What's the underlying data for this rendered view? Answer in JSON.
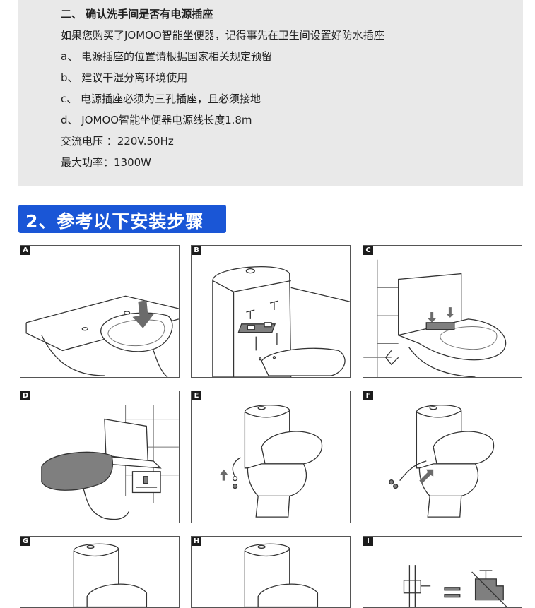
{
  "info": {
    "title": "二、 确认洗手间是否有电源插座",
    "lines": [
      "如果您购买了JOMOO智能坐便器，记得事先在卫生间设置好防水插座",
      "a、  电源插座的位置请根据国家相关规定预留",
      "b、  建议干湿分离环境使用",
      "c、  电源插座必须为三孔插座，且必须接地",
      "d、  JOMOO智能坐便器电源线长度1.8m",
      "交流电压 ：220V.50Hz",
      "最大功率：1300W"
    ]
  },
  "banner": {
    "label": "2、参考以下安装步骤",
    "color": "#1a56d6"
  },
  "steps": [
    {
      "label": "A",
      "illustration": "toilet-top-arrow"
    },
    {
      "label": "B",
      "illustration": "toilet-bolts-mounting"
    },
    {
      "label": "C",
      "illustration": "toilet-plate-install"
    },
    {
      "label": "D",
      "illustration": "seat-slide-on"
    },
    {
      "label": "E",
      "illustration": "water-hose-connect"
    },
    {
      "label": "F",
      "illustration": "hose-tighten"
    },
    {
      "label": "G",
      "illustration": "toilet-seat-view"
    },
    {
      "label": "H",
      "illustration": "toilet-seat-view"
    },
    {
      "label": "I",
      "illustration": "water-valve-open"
    }
  ]
}
